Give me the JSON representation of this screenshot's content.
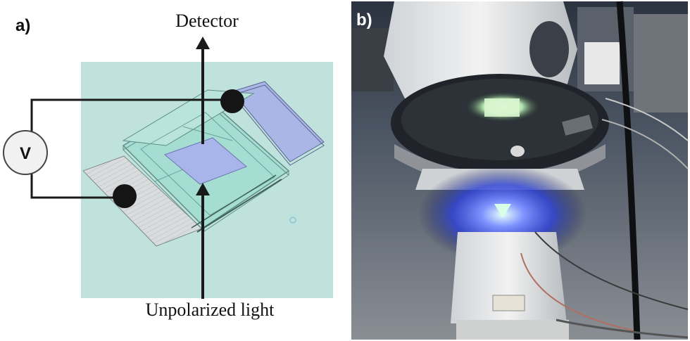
{
  "panel_a": {
    "label": "a)",
    "top_caption": "Detector",
    "bottom_caption": "Unpolarized light",
    "voltmeter_symbol": "V"
  },
  "panel_b": {
    "label": "b)",
    "photo_description_icon": "microscope-photo-icon"
  },
  "colors": {
    "background_panel": "#bfe3dc",
    "glass": "#9fd8d0",
    "electrode": "#a9b6e6",
    "sample": "#a7b5ea",
    "wire": "#1a1a1a",
    "led_glow": "#2b48ff"
  }
}
